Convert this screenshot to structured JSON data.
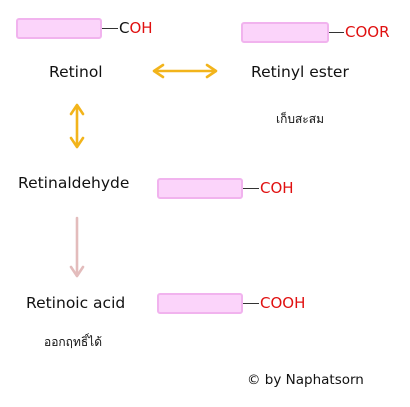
{
  "nodes": {
    "retinol": {
      "label": "Retinol",
      "group_prefix": "C",
      "group_suffix": "OH"
    },
    "retinyl_ester": {
      "label": "Retinyl ester",
      "group": "COOR",
      "note": "เก็บสะสม"
    },
    "retinaldehyde": {
      "label": "Retinaldehyde",
      "group": "COH"
    },
    "retinoic_acid": {
      "label": "Retinoic acid",
      "group": "COOH",
      "note": "ออกฤทธิ์ได้"
    }
  },
  "credit": "©  by Naphatsorn",
  "colors": {
    "pill_fill": "#fbd4fa",
    "pill_border": "#f1b3ee",
    "functional_group": "#e01010",
    "reversible_arrow": "#f2b41b",
    "irreversible_arrow": "#e3bcbc"
  }
}
